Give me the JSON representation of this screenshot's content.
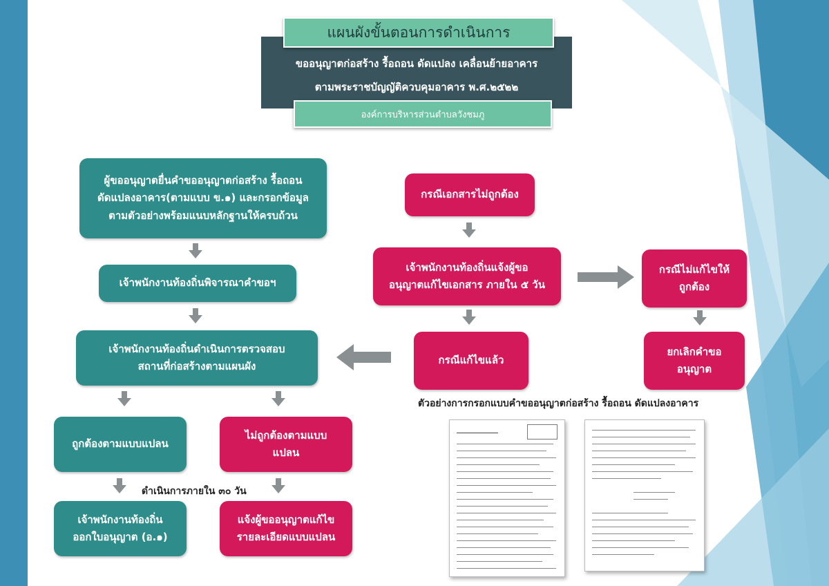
{
  "header": {
    "title": "แผนผังขั้นตอนการดำเนินการ",
    "line1": "ขออนุญาตก่อสร้าง รื้อถอน ดัดแปลง เคลื่อนย้ายอาคาร",
    "line2": "ตามพระราชบัญญัติควบคุมอาคาร พ.ศ.๒๕๒๒",
    "org": "องค์การบริหารส่วนตำบลวังชมภู"
  },
  "nodes": {
    "submit": [
      "ผู้ขออนุญาตยื่นคำขออนุญาตก่อสร้าง รื้อถอน",
      "ดัดแปลงอาคาร(ตามแบบ ข.๑) และกรอกข้อมูล",
      "ตามตัวอย่างพร้อมแนบหลักฐานให้ครบถ้วน"
    ],
    "consider": "เจ้าพนักงานท้องถิ่นพิจารณาคำขอฯ",
    "inspect": [
      "เจ้าพนักงานท้องถิ่นดำเนินการตรวจสอบ",
      "สถานที่ก่อสร้างตามแผนผัง"
    ],
    "correct_plan": "ถูกต้องตามแบบแปลน",
    "incorrect_plan": [
      "ไม่ถูกต้องตามแบบ",
      "แปลน"
    ],
    "issue_permit": [
      "เจ้าพนักงานท้องถิ่น",
      "ออกใบอนุญาต (อ.๑)"
    ],
    "notify_fix_plan": [
      "แจ้งผู้ขออนุญาตแก้ไข",
      "รายละเอียดแบบแปลน"
    ],
    "doc_incorrect": "กรณีเอกสารไม่ถูกต้อง",
    "notify_fix_doc": [
      "เจ้าพนักงานท้องถิ่นแจ้งผู้ขอ",
      "อนุญาตแก้ไขเอกสาร ภายใน ๕ วัน"
    ],
    "fixed": "กรณีแก้ไขแล้ว",
    "not_fixed": [
      "กรณีไม่แก้ไขให้",
      "ถูกต้อง"
    ],
    "cancel": [
      "ยกเลิกคำขอ",
      "อนุญาต"
    ]
  },
  "labels": {
    "within_30_days": "ดำเนินการภายใน ๓๐ วัน",
    "form_example": "ตัวอย่างการกรอกแบบคำขออนุญาตก่อสร้าง  รื้อถอน ดัดแปลงอาคาร"
  },
  "colors": {
    "teal": "#2e8d8b",
    "pink": "#d4195b",
    "header_green": "#6dc2a4",
    "header_dark": "#39545c",
    "arrow_gray": "#8a8f91",
    "background_blue": "#3e8fb5"
  }
}
